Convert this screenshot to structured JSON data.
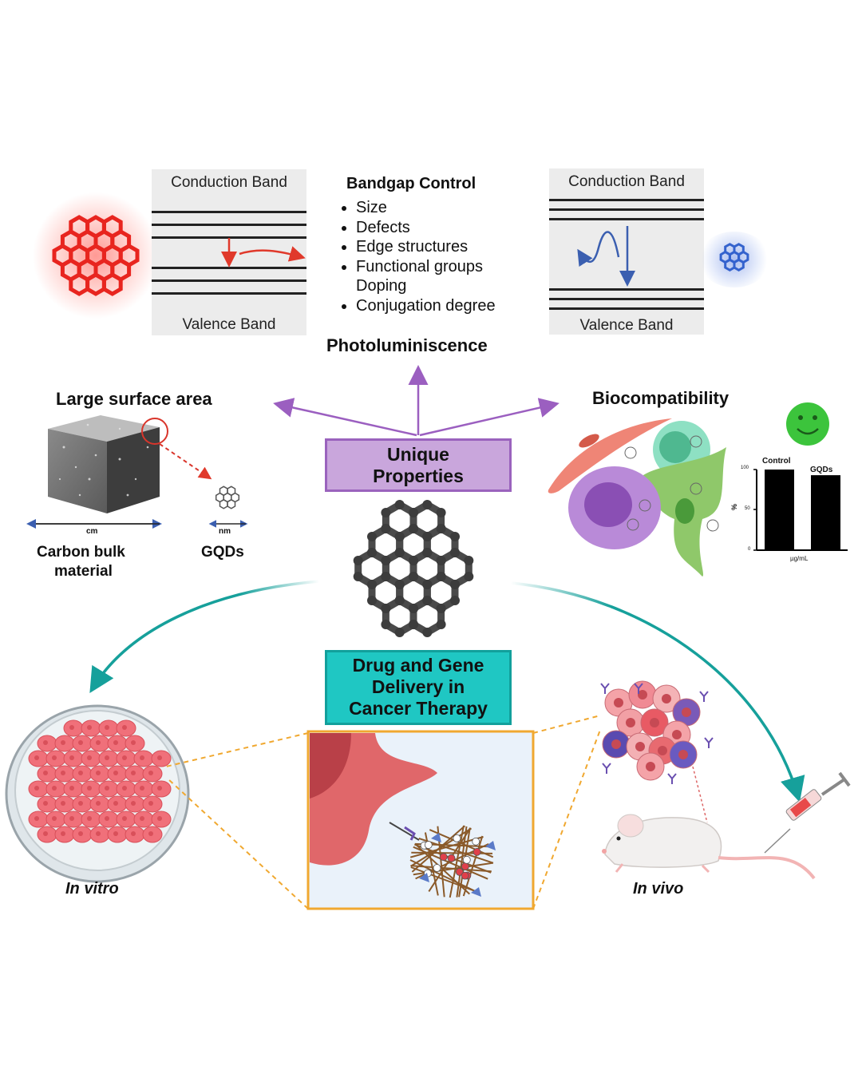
{
  "photoluminescence": {
    "left_band": {
      "conduction": "Conduction Band",
      "valence": "Valence Band"
    },
    "right_band": {
      "conduction": "Conduction Band",
      "valence": "Valence Band"
    },
    "bandgap_title": "Bandgap Control",
    "bandgap_items": [
      "Size",
      "Defects",
      "Edge structures",
      "Functional groups",
      "Doping",
      "Conjugation degree"
    ],
    "title": "Photoluminiscence"
  },
  "surface_area": {
    "title": "Large surface area",
    "cm_label": "cm",
    "nm_label": "nm",
    "bulk_label_1": "Carbon bulk",
    "bulk_label_2": "material",
    "gqds_label": "GQDs"
  },
  "center": {
    "unique_1": "Unique",
    "unique_2": "Properties",
    "drug_1": "Drug and Gene",
    "drug_2": "Delivery in",
    "drug_3": "Cancer Therapy"
  },
  "biocompatibility": {
    "title": "Biocompatibility",
    "chart": {
      "bars": [
        {
          "label": "Control",
          "value": 100
        },
        {
          "label": "GQDs",
          "value": 93
        }
      ],
      "ytick_top": "100",
      "ytick_mid": "50",
      "ytick_zero": "0",
      "ylabel": "%",
      "xlabel": "µg/mL"
    }
  },
  "delivery": {
    "in_vitro": "In vitro",
    "in_vivo": "In vivo"
  },
  "colors": {
    "purple": "#9b5fc0",
    "teal": "#16a09b",
    "red_glow": "#e8302a",
    "blue_glow": "#2c5bb8",
    "orange_dash": "#f0a830"
  }
}
